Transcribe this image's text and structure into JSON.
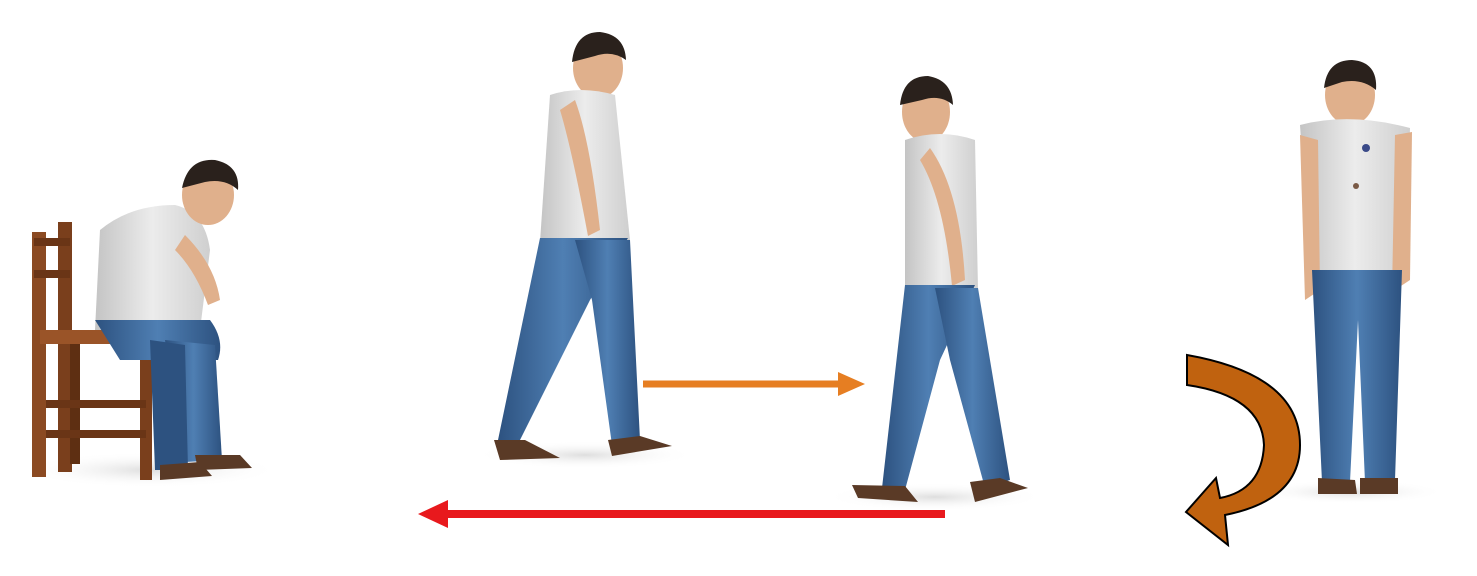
{
  "scene": {
    "description_items": [
      {
        "name": "seated-person",
        "pose": "sitting-on-chair"
      },
      {
        "name": "walking-person-1",
        "pose": "walking-right"
      },
      {
        "name": "walking-person-2",
        "pose": "walking-right"
      },
      {
        "name": "standing-person",
        "pose": "standing-turning"
      }
    ]
  },
  "colors": {
    "background": "#ffffff",
    "shirt": "#dcdcdc",
    "shirt_shade": "#bdbdbd",
    "jeans": "#3f6c9e",
    "jeans_shade": "#2d5280",
    "skin": "#e0b08c",
    "hair": "#2a211c",
    "shoes": "#5a3a26",
    "chair": "#8b4a22",
    "chair_dark": "#5e2f12",
    "arrow_forward": "#e67e22",
    "arrow_return": "#e8191d",
    "arrow_turn": "#c0620f",
    "arrow_turn_outline": "#000000",
    "floor_shadow": "#e9e9e9"
  },
  "icons": {
    "forward_arrow": "arrow-right-icon",
    "return_arrow": "arrow-left-icon",
    "turn_arrow": "u-turn-arrow-icon"
  }
}
